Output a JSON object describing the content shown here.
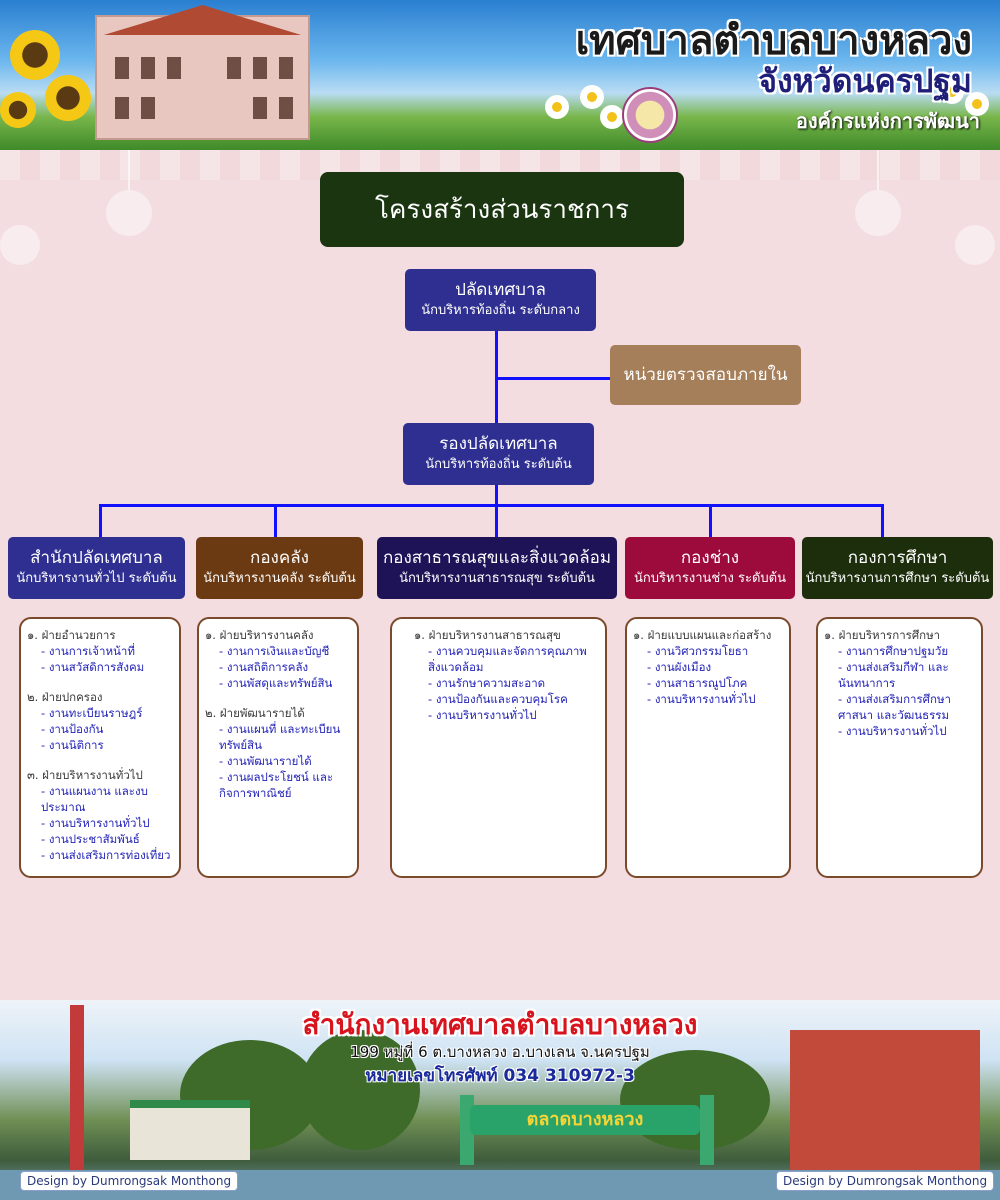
{
  "header": {
    "title": "เทศบาลตำบลบางหลวง",
    "subtitle": "จังหวัดนครปฐม",
    "slogan": "องค์กรแห่งการพัฒนา"
  },
  "diagram_title": "โครงสร้างส่วนราชการ",
  "top": {
    "name": "ปลัดเทศบาล",
    "position": "นักบริหารท้องถิ่น ระดับกลาง"
  },
  "audit": {
    "name": "หน่วยตรวจสอบภายใน"
  },
  "deputy": {
    "name": "รองปลัดเทศบาล",
    "position": "นักบริหารท้องถิ่น ระดับต้น"
  },
  "departments": [
    {
      "name": "สำนักปลัดเทศบาล",
      "position": "นักบริหารงานทั่วไป ระดับต้น",
      "sections": [
        {
          "head": "๑. ฝ่ายอำนวยการ",
          "items": [
            "งานการเจ้าหน้าที่",
            "งานสวัสดิการสังคม"
          ]
        },
        {
          "head": "๒. ฝ่ายปกครอง",
          "items": [
            "งานทะเบียนราษฎร์",
            "งานป้องกัน",
            "งานนิติการ"
          ]
        },
        {
          "head": "๓. ฝ่ายบริหารงานทั่วไป",
          "items": [
            "งานแผนงาน และงบประมาณ",
            "งานบริหารงานทั่วไป",
            "งานประชาสัมพันธ์",
            "งานส่งเสริมการท่องเที่ยว"
          ]
        }
      ]
    },
    {
      "name": "กองคลัง",
      "position": "นักบริหารงานคลัง ระดับต้น",
      "sections": [
        {
          "head": "๑. ฝ่ายบริหารงานคลัง",
          "items": [
            "งานการเงินและบัญชี",
            "งานสถิติการคลัง",
            "งานพัสดุและทรัพย์สิน"
          ]
        },
        {
          "head": "๒. ฝ่ายพัฒนารายได้",
          "items": [
            "งานแผนที่ และทะเบียนทรัพย์สิน",
            "งานพัฒนารายได้",
            "งานผลประโยชน์ และกิจการพาณิชย์"
          ]
        }
      ]
    },
    {
      "name": "กองสาธารณสุขและสิ่งแวดล้อม",
      "position": "นักบริหารงานสาธารณสุข ระดับต้น",
      "sections": [
        {
          "head": "๑. ฝ่ายบริหารงานสาธารณสุข",
          "items": [
            "งานควบคุมและจัดการคุณภาพ สิ่งแวดล้อม",
            "งานรักษาความสะอาด",
            "งานป้องกันและควบคุมโรค",
            "งานบริหารงานทั่วไป"
          ]
        }
      ]
    },
    {
      "name": "กองช่าง",
      "position": "นักบริหารงานช่าง ระดับต้น",
      "sections": [
        {
          "head": "๑. ฝ่ายแบบแผนและก่อสร้าง",
          "items": [
            "งานวิศวกรรมโยธา",
            "งานผังเมือง",
            "งานสาธารณูปโภค",
            "งานบริหารงานทั่วไป"
          ]
        }
      ]
    },
    {
      "name": "กองการศึกษา",
      "position": "นักบริหารงานการศึกษา ระดับต้น",
      "sections": [
        {
          "head": "๑. ฝ่ายบริหารการศึกษา",
          "items": [
            "งานการศึกษาปฐมวัย",
            "งานส่งเสริมกีฬา และนันทนาการ",
            "งานส่งเสริมการศึกษา ศาสนา และวัฒนธรรม",
            "งานบริหารงานทั่วไป"
          ]
        }
      ]
    }
  ],
  "footer": {
    "title": "สำนักงานเทศบาลตำบลบางหลวง",
    "address": "199 หมู่ที่ 6 ต.บางหลวง อ.บางเลน จ.นครปฐม",
    "phone": "หมายเลขโทรศัพท์ 034 310972-3",
    "sign": "ตลาดบางหลวง",
    "credit_left": "Design by Dumrongsak Monthong",
    "credit_right": "Design by Dumrongsak Monthong"
  },
  "colors": {
    "connector": "#1111ff",
    "title_box": "#1a3510",
    "audit_box": "#a57e5a"
  }
}
